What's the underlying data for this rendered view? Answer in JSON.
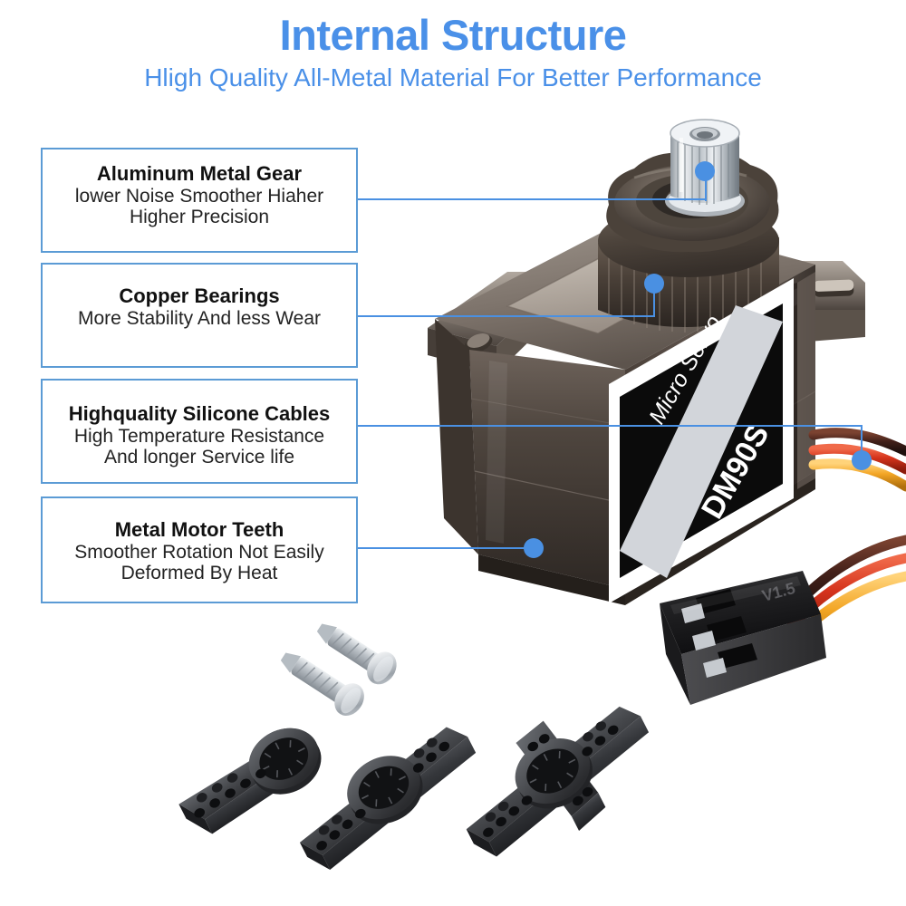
{
  "header": {
    "title": "Internal Structure",
    "subtitle": "Hligh Quality All-Metal Material For Better Performance"
  },
  "callouts": [
    {
      "id": "aluminum-metal-gear",
      "title": "Aluminum Metal Gear",
      "line1": "lower Noise Smoother  Hiaher",
      "line2": "Higher Precision"
    },
    {
      "id": "copper-bearings",
      "title": "Copper  Bearings",
      "line1": "More Stability And less Wear",
      "line2": ""
    },
    {
      "id": "highquality-silicone-cables",
      "title": "Highquality Silicone Cables",
      "line1": "High Temperature Resistance",
      "line2": "And longer Service life"
    },
    {
      "id": "metal-motor-teeth",
      "title": "Metal Motor Teeth",
      "line1": "Smoother Rotation Not Easily",
      "line2": "Deformed By Heat"
    }
  ],
  "product": {
    "label_brand": "Micro Servo",
    "label_model": "DM90S",
    "connector_marking": "V1.5"
  },
  "accessories": {
    "screws_count": 2,
    "horns": [
      "single-arm-horn",
      "double-arm-horn",
      "cross-arm-horn"
    ]
  },
  "colors": {
    "accent_blue": "#4a90e2",
    "title_blue": "#4a90e8",
    "box_border": "#5b9bd5",
    "background": "#ffffff",
    "body_dark": "#3b342f",
    "body_mid": "#5a4f46",
    "body_light": "#8d8078",
    "label_black": "#0b0b0b",
    "label_stripe": "#d2d5da",
    "wire_brown": "#4a2318",
    "wire_red": "#d8371f",
    "wire_orange": "#f2a024",
    "horn_black": "#2c2c2e",
    "screw_silver": "#c9ccd1"
  }
}
